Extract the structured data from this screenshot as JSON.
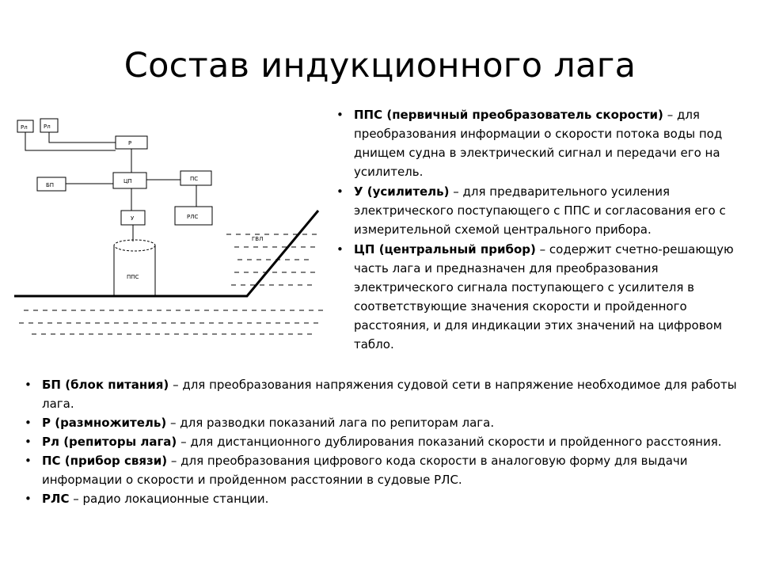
{
  "page": {
    "title": "Состав индукционного лага"
  },
  "diagram": {
    "labels": {
      "rl1": "Рл",
      "rl2": "Рл",
      "r": "Р",
      "bp": "БП",
      "cp": "ЦП",
      "ps": "ПС",
      "u": "У",
      "rls": "РЛС",
      "pps": "ППС",
      "gvl": "ГВЛ"
    }
  },
  "right_items": [
    {
      "bullet": "•",
      "term": "ППС (первичный преобразователь скорости)",
      "desc": " – для преобразования информации о скорости потока воды под днищем судна в электрический сигнал и передачи его на усилитель."
    },
    {
      "bullet": "•",
      "term": "У (усилитель)",
      "desc": " – для предварительного усиления электрического поступающего с ППС и согласования его с измерительной схемой центрального прибора."
    },
    {
      "bullet": "•",
      "term": "ЦП (центральный прибор)",
      "desc": " – содержит счетно-решающую часть лага и предназначен для преобразования электрического сигнала поступающего с усилителя в соответствующие значения скорости и пройденного расстояния, и для индикации этих значений на цифровом табло."
    }
  ],
  "bottom_items": [
    {
      "bullet": "•",
      "term": "БП (блок питания)",
      "desc": " – для преобразования напряжения судовой сети в напряжение необходимое для работы лага."
    },
    {
      "bullet": "•",
      "term": "Р (размножитель)",
      "desc": " – для разводки показаний лага по репиторам лага."
    },
    {
      "bullet": "•",
      "term": "Рл (репиторы лага)",
      "desc": " – для дистанционного дублирования показаний скорости и пройденного расстояния."
    },
    {
      "bullet": "•",
      "term": "ПС (прибор связи)",
      "desc": " – для преобразования цифрового кода скорости в аналоговую форму для выдачи информации о скорости и пройденном расстоянии в судовые РЛС."
    },
    {
      "bullet": "•",
      "term": "РЛС",
      "desc": " – радио локационные станции."
    }
  ]
}
